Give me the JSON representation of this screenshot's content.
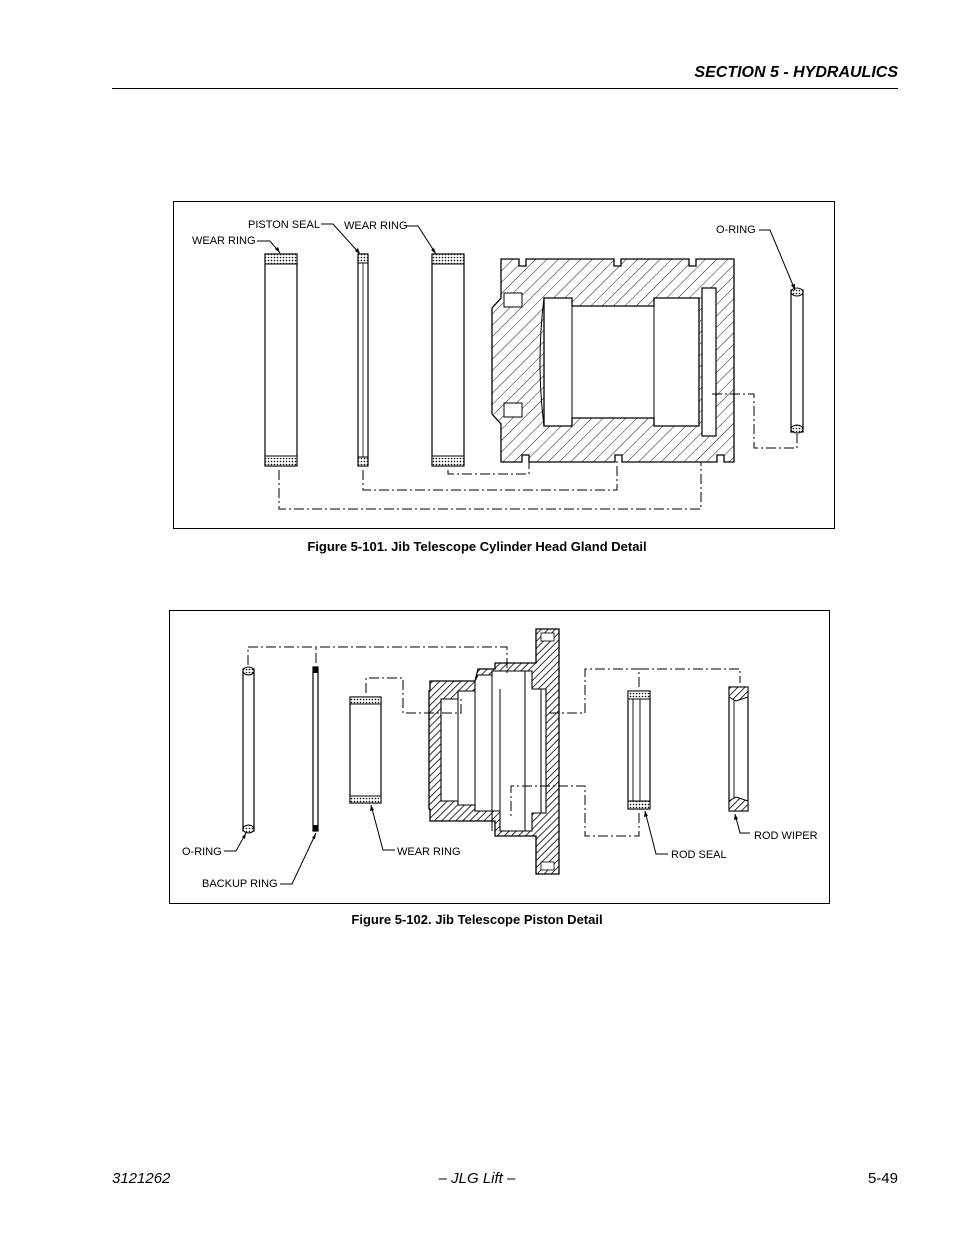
{
  "header": {
    "section_title": "SECTION 5 - HYDRAULICS"
  },
  "figure1": {
    "caption": "Figure 5-101.  Jib Telescope Cylinder Head Gland Detail",
    "labels": {
      "piston_seal": "PISTON SEAL",
      "wear_ring_left": "WEAR RING",
      "wear_ring_right": "WEAR RING",
      "o_ring": "O-RING"
    }
  },
  "figure2": {
    "caption": "Figure 5-102.  Jib Telescope Piston Detail",
    "labels": {
      "o_ring": "O-RING",
      "backup_ring": "BACKUP RING",
      "wear_ring": "WEAR RING",
      "rod_seal": "ROD SEAL",
      "rod_wiper": "ROD WIPER"
    }
  },
  "footer": {
    "doc_number": "3121262",
    "publisher": "– JLG Lift –",
    "page_number": "5-49"
  }
}
